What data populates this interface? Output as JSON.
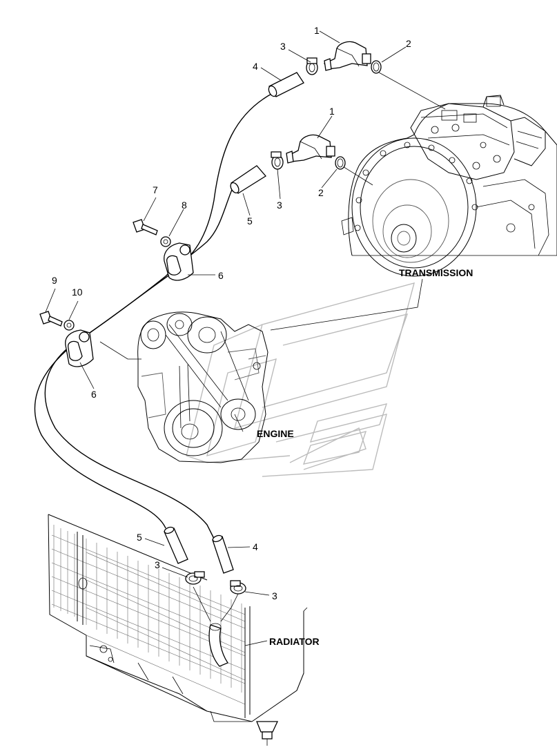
{
  "labels": {
    "transmission": "TRANSMISSION",
    "engine": "ENGINE",
    "radiator": "RADIATOR"
  },
  "callouts": {
    "fitting_top": "1",
    "oring_top": "2",
    "clamp_top": "3",
    "hose_top": "4",
    "fitting_mid": "1",
    "oring_mid": "2",
    "clamp_mid": "3",
    "hose_mid": "5",
    "bolt_upper": "7",
    "washer_upper": "8",
    "bracket_upper": "6",
    "bolt_lower": "9",
    "washer_lower": "10",
    "bracket_lower": "6",
    "hose_rad_left": "5",
    "hose_rad_right": "4",
    "clamp_rad_left": "3",
    "clamp_rad_right": "3"
  }
}
